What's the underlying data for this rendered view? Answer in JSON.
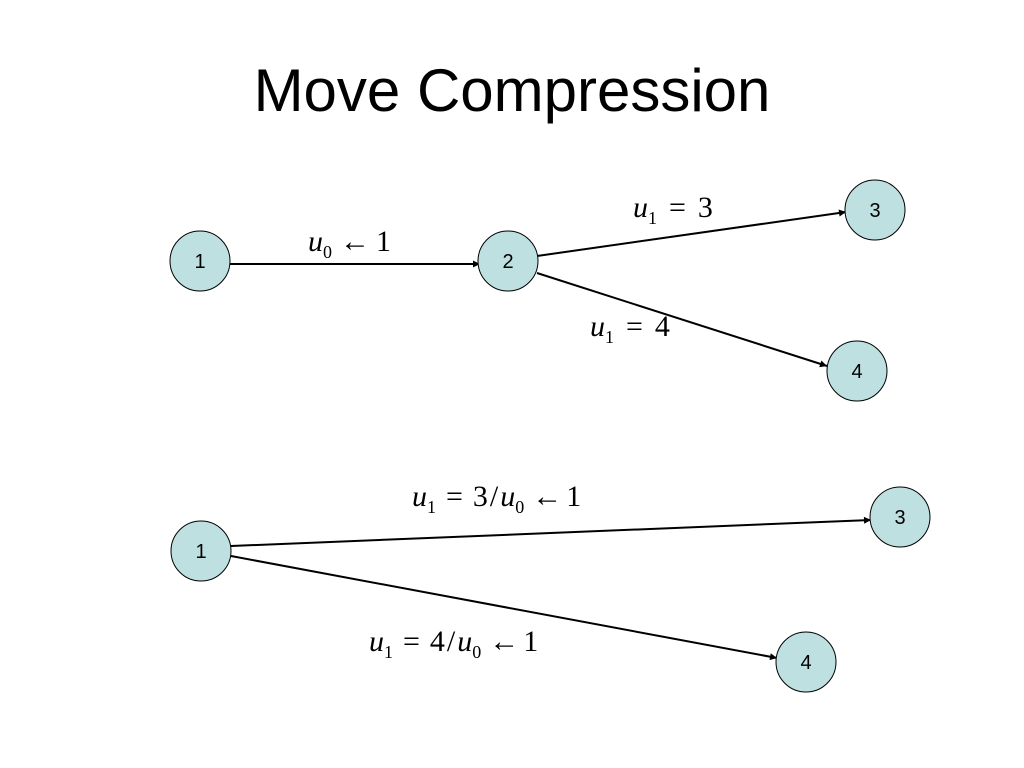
{
  "slide": {
    "title": "Move Compression"
  },
  "top_graph": {
    "nodes": {
      "n1": "1",
      "n2": "2",
      "n3": "3",
      "n4": "4"
    },
    "edges": {
      "e12": {
        "var": "u",
        "sub": "0",
        "op": "←",
        "rhs": "1"
      },
      "e23": {
        "var": "u",
        "sub": "1",
        "op": "=",
        "rhs": "3"
      },
      "e24": {
        "var": "u",
        "sub": "1",
        "op": "=",
        "rhs": "4"
      }
    }
  },
  "bottom_graph": {
    "nodes": {
      "n1": "1",
      "n3": "3",
      "n4": "4"
    },
    "edges": {
      "e13": {
        "var": "u",
        "sub": "1",
        "op": "=",
        "num": "3",
        "slash": "/",
        "den_var": "u",
        "den_sub": "0",
        "op2": "←",
        "rhs": "1"
      },
      "e14": {
        "var": "u",
        "sub": "1",
        "op": "=",
        "num": "4",
        "slash": "/",
        "den_var": "u",
        "den_sub": "0",
        "op2": "←",
        "rhs": "1"
      }
    }
  }
}
